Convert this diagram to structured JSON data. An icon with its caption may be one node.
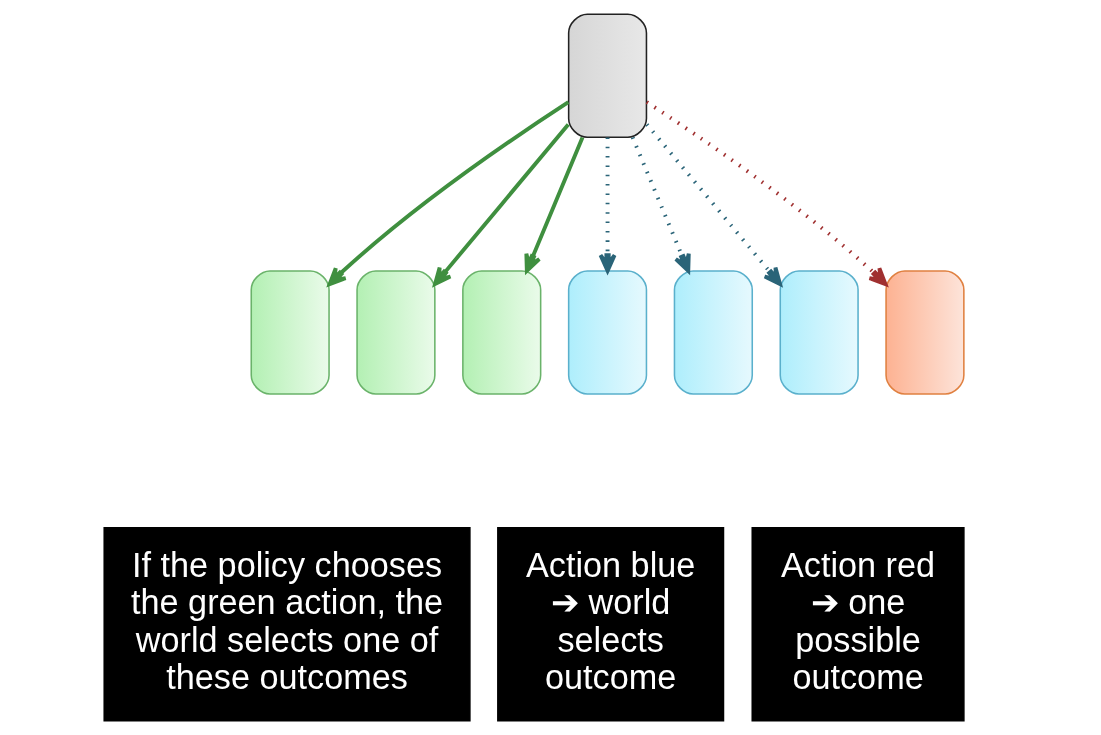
{
  "diagram": {
    "nodes": [
      {
        "text": [],
        "shape": "box"
      },
      {
        "text": [],
        "shape": "box"
      },
      {
        "text": [],
        "shape": "box"
      },
      {
        "text": [],
        "shape": "box"
      },
      {
        "text": [],
        "shape": "box"
      },
      {
        "text": [],
        "shape": "box"
      },
      {
        "text": [],
        "shape": "box"
      },
      {
        "text": [],
        "shape": "box"
      },
      {
        "text": [
          "If the policy chooses the green action, the world selects one of these outcomes"
        ]
      },
      {
        "text": [
          "Action blue ➔ world selects outcome"
        ]
      },
      {
        "text": [
          "Action red ➔ one possible outcome"
        ]
      }
    ],
    "edges": [
      {
        "from": 0,
        "to": 1,
        "arrow": "to",
        "color": "#3f8f3f"
      },
      {
        "from": 0,
        "to": 2,
        "arrow": "to",
        "color": "#3f8f3f"
      },
      {
        "from": 0,
        "to": 3,
        "arrow": "to",
        "color": "#3f8f3f"
      },
      {
        "from": 0,
        "to": 4,
        "arrow": "to",
        "style": "dashed",
        "color": "#2a6478"
      },
      {
        "from": 0,
        "to": 5,
        "arrow": "to",
        "style": "dashed",
        "color": "#2a6478"
      },
      {
        "from": 0,
        "to": 6,
        "arrow": "to",
        "style": "dashed",
        "color": "#2a6478"
      },
      {
        "from": 0,
        "to": 7,
        "arrow": "to",
        "style": "dashed",
        "color": "#a03030"
      }
    ]
  }
}
